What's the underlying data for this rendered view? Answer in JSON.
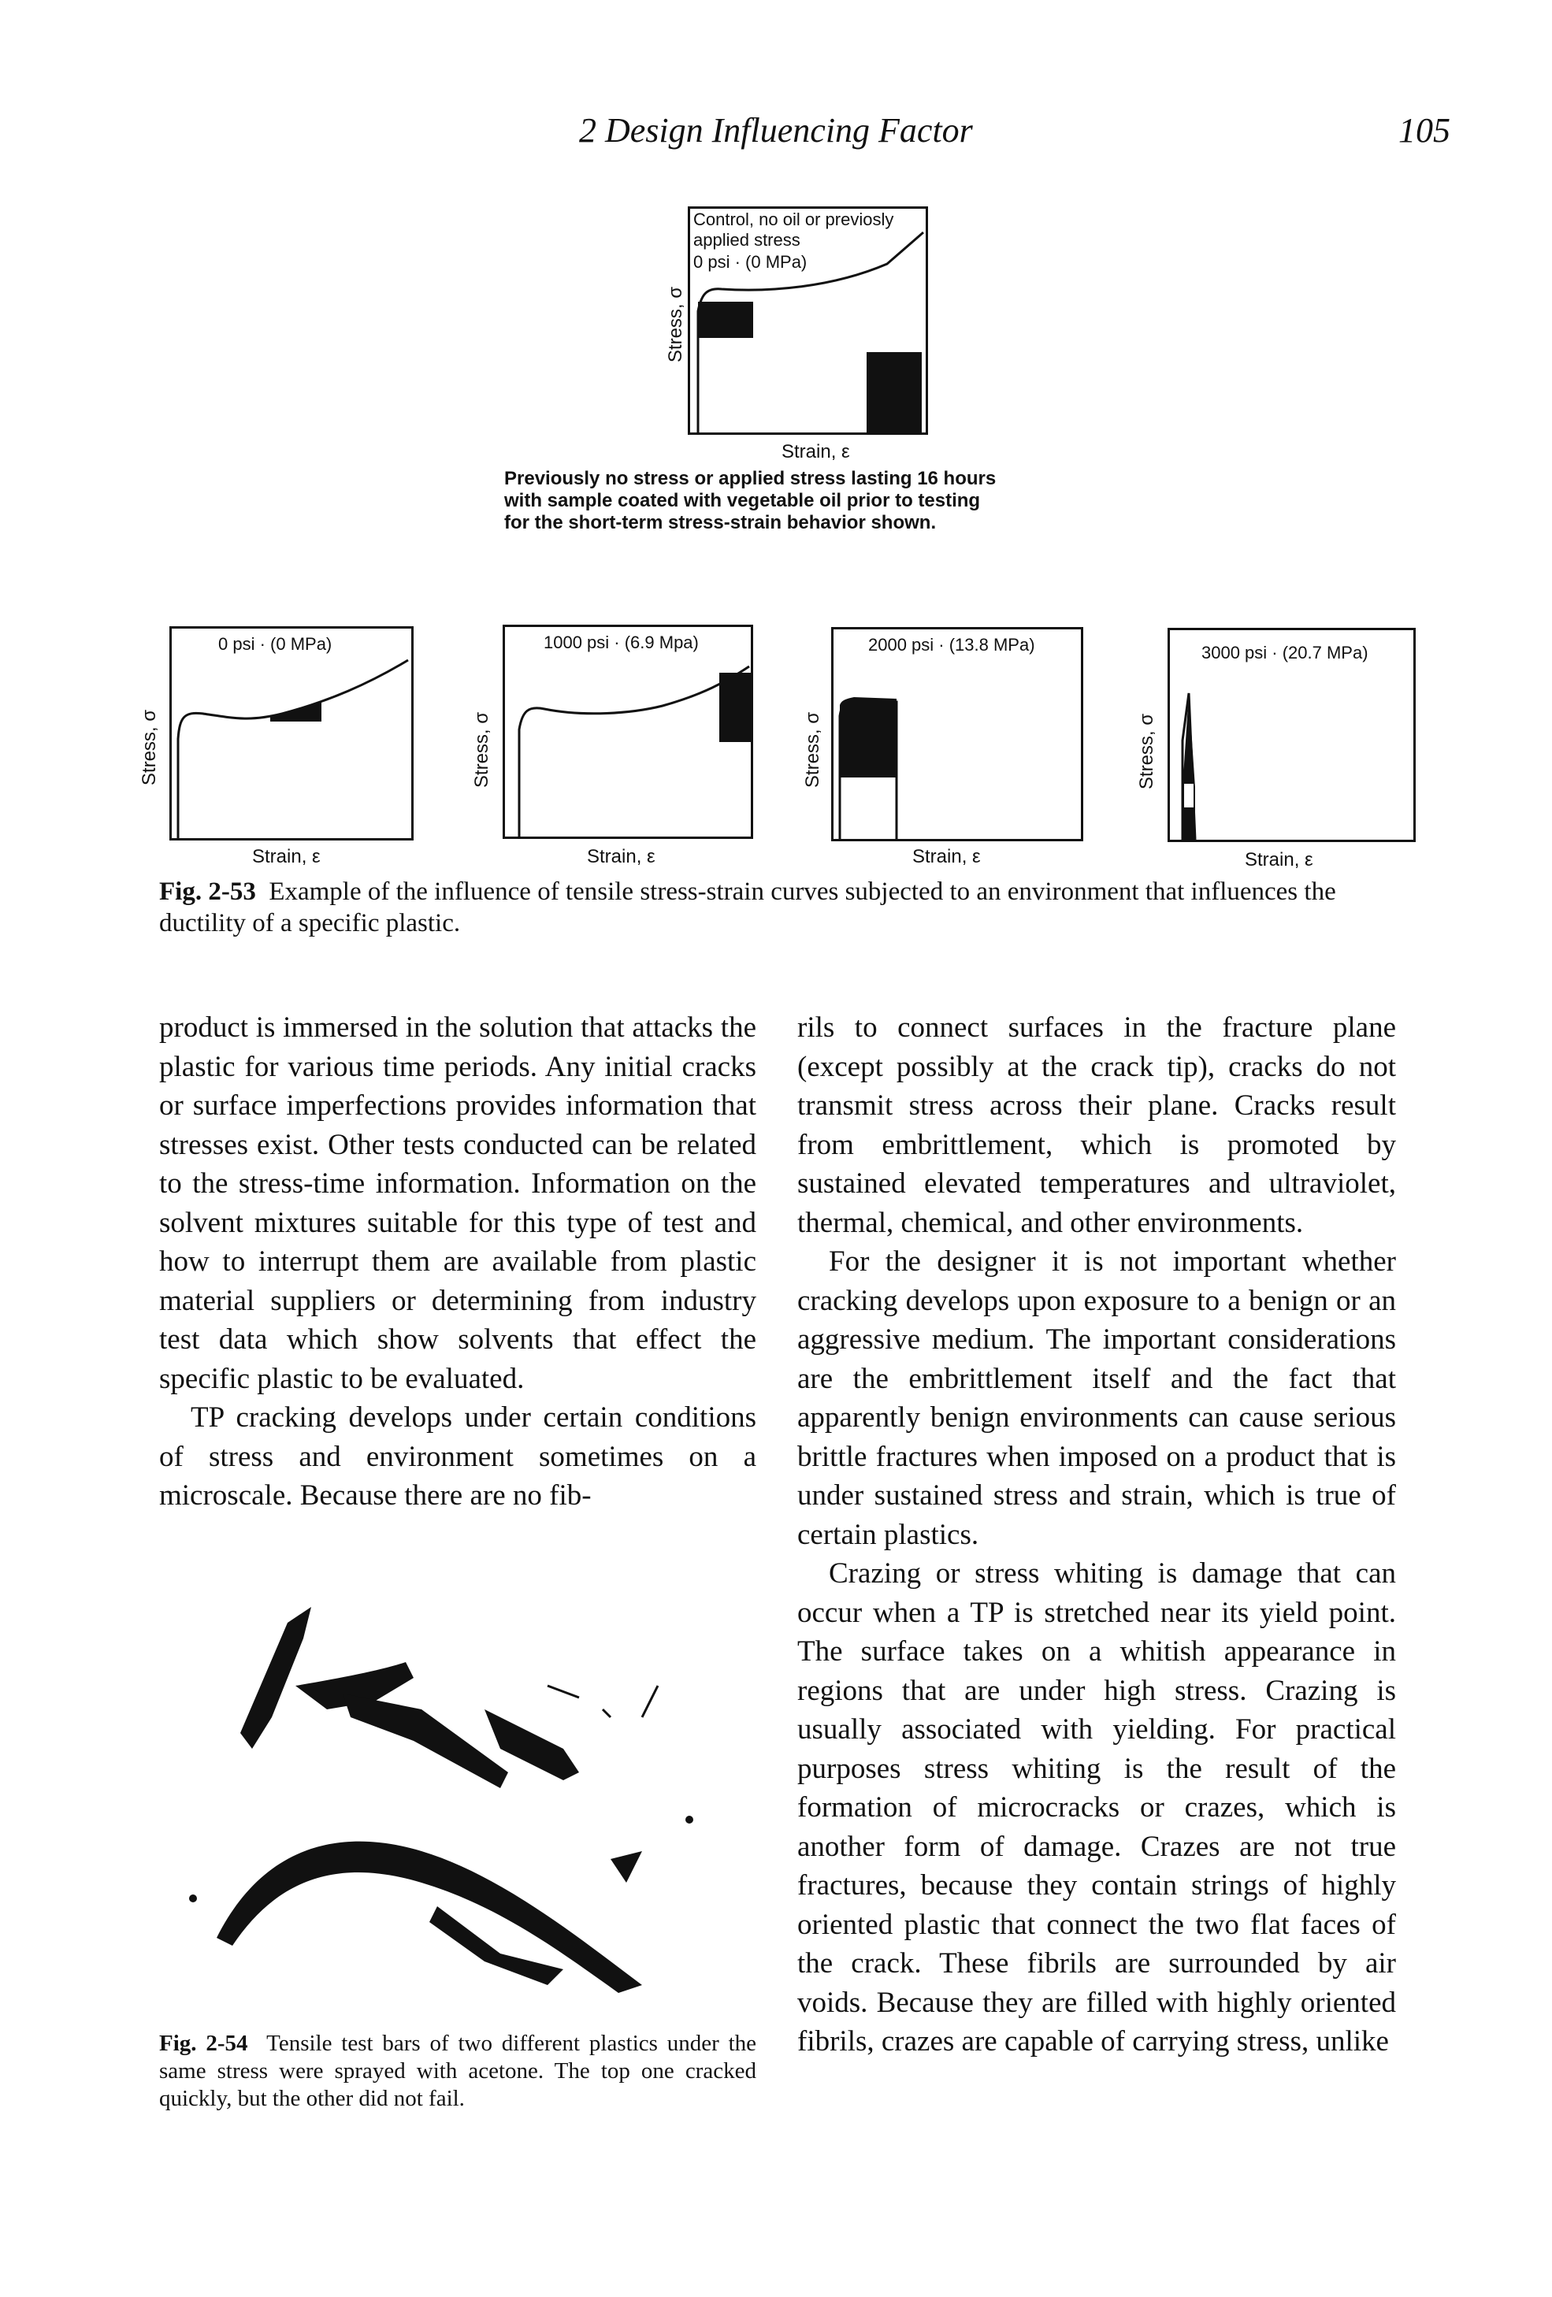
{
  "header": {
    "chapter_title": "2  Design Influencing Factor",
    "page_number": "105"
  },
  "top_figure": {
    "label_line1": "Control, no oil or previosly",
    "label_line2": "applied stress",
    "label_line3": "0 psi · (0 MPa)",
    "ylabel": "Stress, σ",
    "xlabel": "Strain, ε",
    "note_line1": "Previously no stress or applied stress lasting 16 hours",
    "note_line2": "with sample coated with vegetable oil prior to testing",
    "note_line3": "for the short-term stress-strain behavior shown."
  },
  "panels": [
    {
      "label": "0 psi · (0 MPa)",
      "ylabel": "Stress, σ",
      "xlabel": "Strain, ε"
    },
    {
      "label": "1000 psi · (6.9 Mpa)",
      "ylabel": "Stress, σ",
      "xlabel": "Strain, ε"
    },
    {
      "label": "2000 psi · (13.8 MPa)",
      "ylabel": "Stress, σ",
      "xlabel": "Strain, ε"
    },
    {
      "label": "3000 psi · (20.7 MPa)",
      "ylabel": "Stress, σ",
      "xlabel": "Strain, ε"
    }
  ],
  "fig253": {
    "number": "Fig. 2-53",
    "text": "Example of the influence of tensile stress-strain curves subjected to an environment that influences the ductility of a specific plastic."
  },
  "left_column": {
    "p1": "product is immersed in the solution that attacks the plastic for various time periods. Any initial cracks or surface imperfections provides information that stresses exist. Other tests conducted can be related to the stress-time information. Information on the solvent mixtures suitable for this type of test and how to interrupt them are available from plastic material suppliers or determining from industry test data which show solvents that effect the specific plastic to be evaluated.",
    "p2": "TP cracking develops under certain conditions of stress and environment sometimes on a microscale. Because there are no fib-"
  },
  "fig254": {
    "number": "Fig. 2-54",
    "text": "Tensile test bars of two different plastics under the same stress were sprayed with acetone. The top one cracked quickly, but the other did not fail."
  },
  "right_column": {
    "p1": "rils to connect surfaces in the fracture plane (except possibly at the crack tip), cracks do not transmit stress across their plane. Cracks result from embrittlement, which is promoted by sustained elevated temperatures and ultraviolet, thermal, chemical, and other environments.",
    "p2": "For the designer it is not important whether cracking develops upon exposure to a benign or an aggressive medium. The important considerations are the embrittlement itself and the fact that apparently benign environments can cause serious brittle fractures when imposed on a product that is under sustained stress and strain, which is true of certain plastics.",
    "p3": "Crazing or stress whiting is damage that can occur when a TP is stretched near its yield point. The surface takes on a whitish appearance in regions that are under high stress. Crazing is usually associated with yielding. For practical purposes stress whiting is the result of the formation of microcracks or crazes, which is another form of damage. Crazes are not true fractures, because they contain strings of highly oriented plastic that connect the two flat faces of the crack. These fibrils are surrounded by air voids. Because they are filled with highly oriented fibrils, crazes are capable of carrying stress, unlike"
  }
}
